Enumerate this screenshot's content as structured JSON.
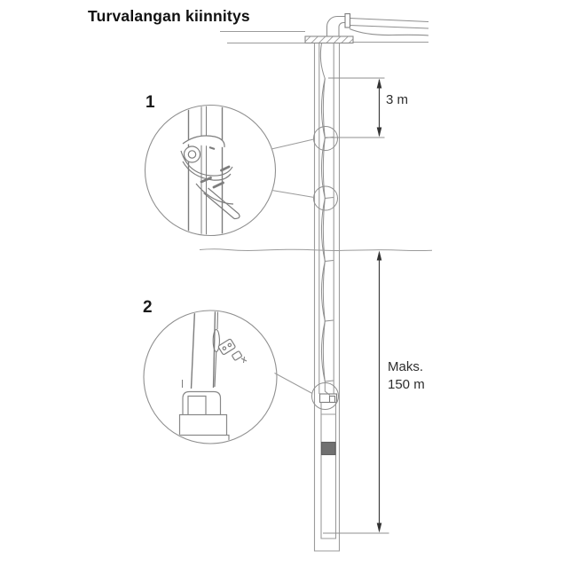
{
  "title": "Turvalangan kiinnitys",
  "labels": {
    "detail_1": "1",
    "detail_2": "2",
    "dim_top": "3 m",
    "dim_max_line1": "Maks.",
    "dim_max_line2": "150 m"
  },
  "icons": {
    "detail_1_content": "cable-clamp-on-drop-pipe",
    "detail_2_content": "safety-wire-clamp-at-pump"
  },
  "colors": {
    "background": "#ffffff",
    "drawing_line": "#9b9b9b",
    "device_line": "#7d7d7d",
    "dimension_line": "#3c3c3c",
    "text": "#1a1a1a",
    "pump_band_fill": "#707070"
  }
}
